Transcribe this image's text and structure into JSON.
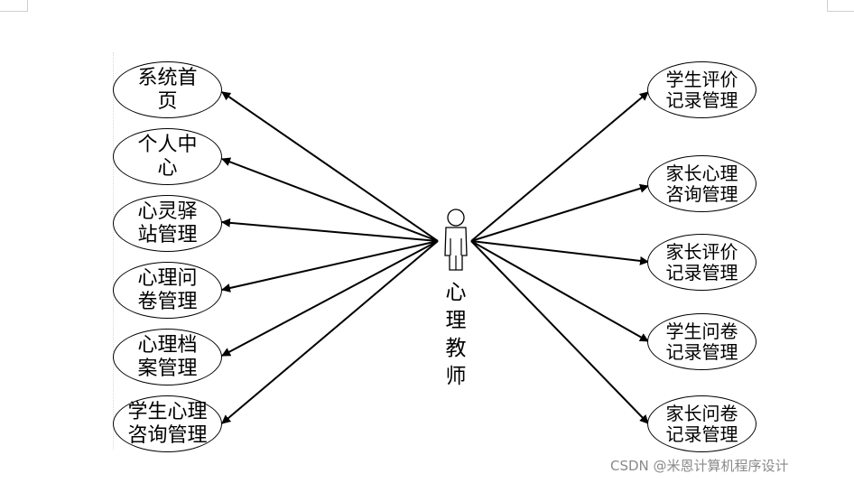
{
  "actor": {
    "label": "心理教师",
    "icon": "stick-figure-actor-icon"
  },
  "left_use_cases": [
    {
      "label": "系统首\n页"
    },
    {
      "label": "个人中\n心"
    },
    {
      "label": "心灵驿\n站管理"
    },
    {
      "label": "心理问\n卷管理"
    },
    {
      "label": "心理档\n案管理"
    },
    {
      "label": "学生心理\n咨询管理"
    }
  ],
  "right_use_cases": [
    {
      "label": "学生评价\n记录管理"
    },
    {
      "label": "家长心理\n咨询管理"
    },
    {
      "label": "家长评价\n记录管理"
    },
    {
      "label": "学生问卷\n记录管理"
    },
    {
      "label": "家长问卷\n记录管理"
    }
  ],
  "watermark": "CSDN @米恩计算机程序设计",
  "colors": {
    "line": "#000000",
    "background": "#ffffff",
    "watermark": "#8a8a8a"
  }
}
